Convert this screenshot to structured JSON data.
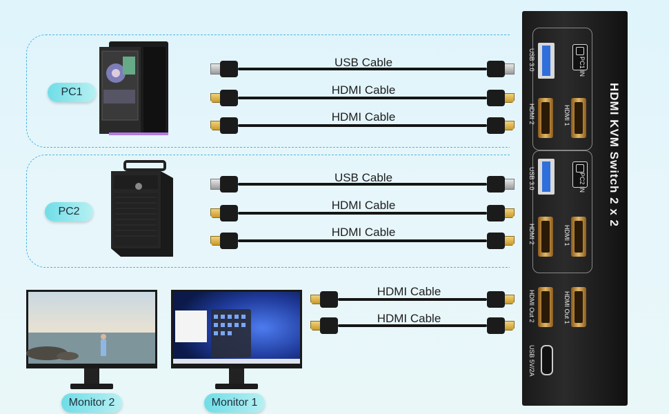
{
  "groups": [
    {
      "label": "PC1",
      "cables": [
        "USB Cable",
        "HDMI Cable",
        "HDMI Cable"
      ]
    },
    {
      "label": "PC2",
      "cables": [
        "USB Cable",
        "HDMI Cable",
        "HDMI Cable"
      ]
    }
  ],
  "output_cables": [
    "HDMI Cable",
    "HDMI Cable"
  ],
  "monitors": [
    {
      "label": "Monitor 2"
    },
    {
      "label": "Monitor 1"
    }
  ],
  "device": {
    "title": "HDMI KVM Switch 2 x 2",
    "pc1_in": "PC1 IN",
    "pc2_in": "PC2 IN",
    "usb30": "USB 3.0",
    "hdmi1": "HDMI 1",
    "hdmi2": "HDMI 2",
    "hdmi_out1": "HDMI Out 1",
    "hdmi_out2": "HDMI Out 2",
    "usb_power": "USB 5V/2A"
  },
  "colors": {
    "dashed": "#4cb4e0",
    "pill": "#6fdde7",
    "device": "#1e1e1e"
  }
}
